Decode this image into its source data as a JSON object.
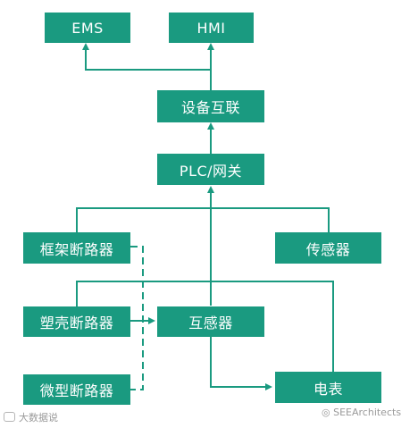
{
  "nodes": {
    "ems": "EMS",
    "hmi": "HMI",
    "interconnect": "设备互联",
    "plc": "PLC/网关",
    "frame_breaker": "框架断路器",
    "sensor": "传感器",
    "molded_breaker": "塑壳断路器",
    "transformer": "互感器",
    "micro_breaker": "微型断路器",
    "meter": "电表"
  },
  "watermarks": {
    "left": "大数据说",
    "right": "SEEArchitects"
  },
  "colors": {
    "box": "#1a9a80",
    "line": "#1a9a80",
    "text": "#ffffff"
  }
}
